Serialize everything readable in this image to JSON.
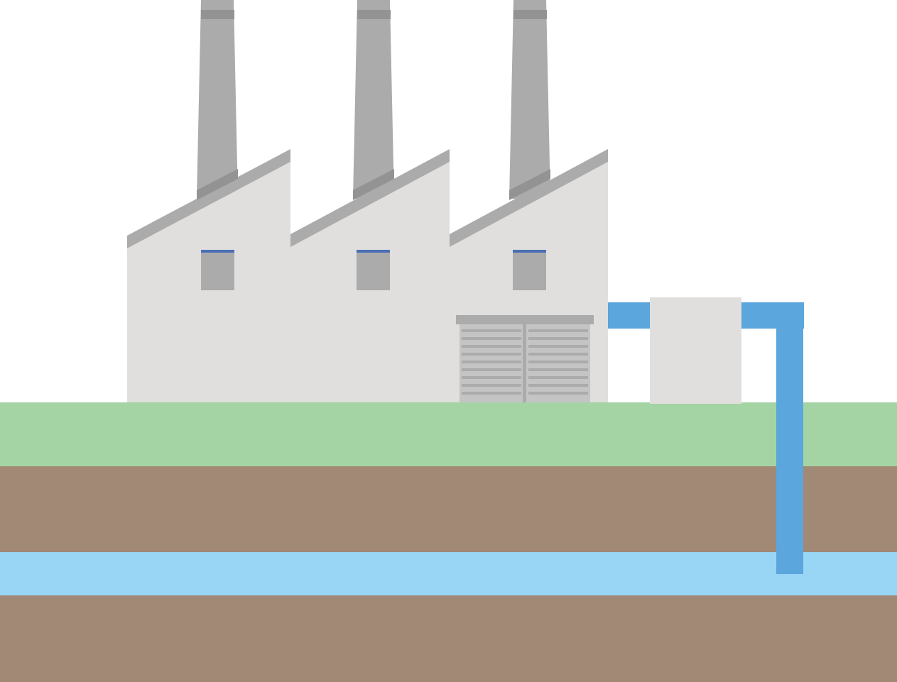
{
  "scene": {
    "description_visible_text": "",
    "colors": {
      "background": "#ffffff",
      "grass": "#a4d4a3",
      "soil": "#a18976",
      "aquifer": "#99d5f5",
      "building_wall": "#e0dfdd",
      "roof_edge": "#ababab",
      "chimney": "#ababab",
      "chimney_band": "#939393",
      "window": "#ababab",
      "window_sill": "#4a6fb5",
      "door": "#c4c4c4",
      "door_frame": "#ababab",
      "pipe": "#5ba6dc",
      "tank": "#e0dfdd"
    },
    "elements": {
      "factory": "factory-building",
      "chimneys": [
        "chimney-1",
        "chimney-2",
        "chimney-3"
      ],
      "windows": [
        "window-1",
        "window-2",
        "window-3"
      ],
      "door": "factory-door",
      "tank": "treatment-tank",
      "pipe": "well-pipe",
      "layers": [
        "grass-layer",
        "soil-layer-upper",
        "aquifer-layer",
        "soil-layer-lower"
      ]
    }
  }
}
